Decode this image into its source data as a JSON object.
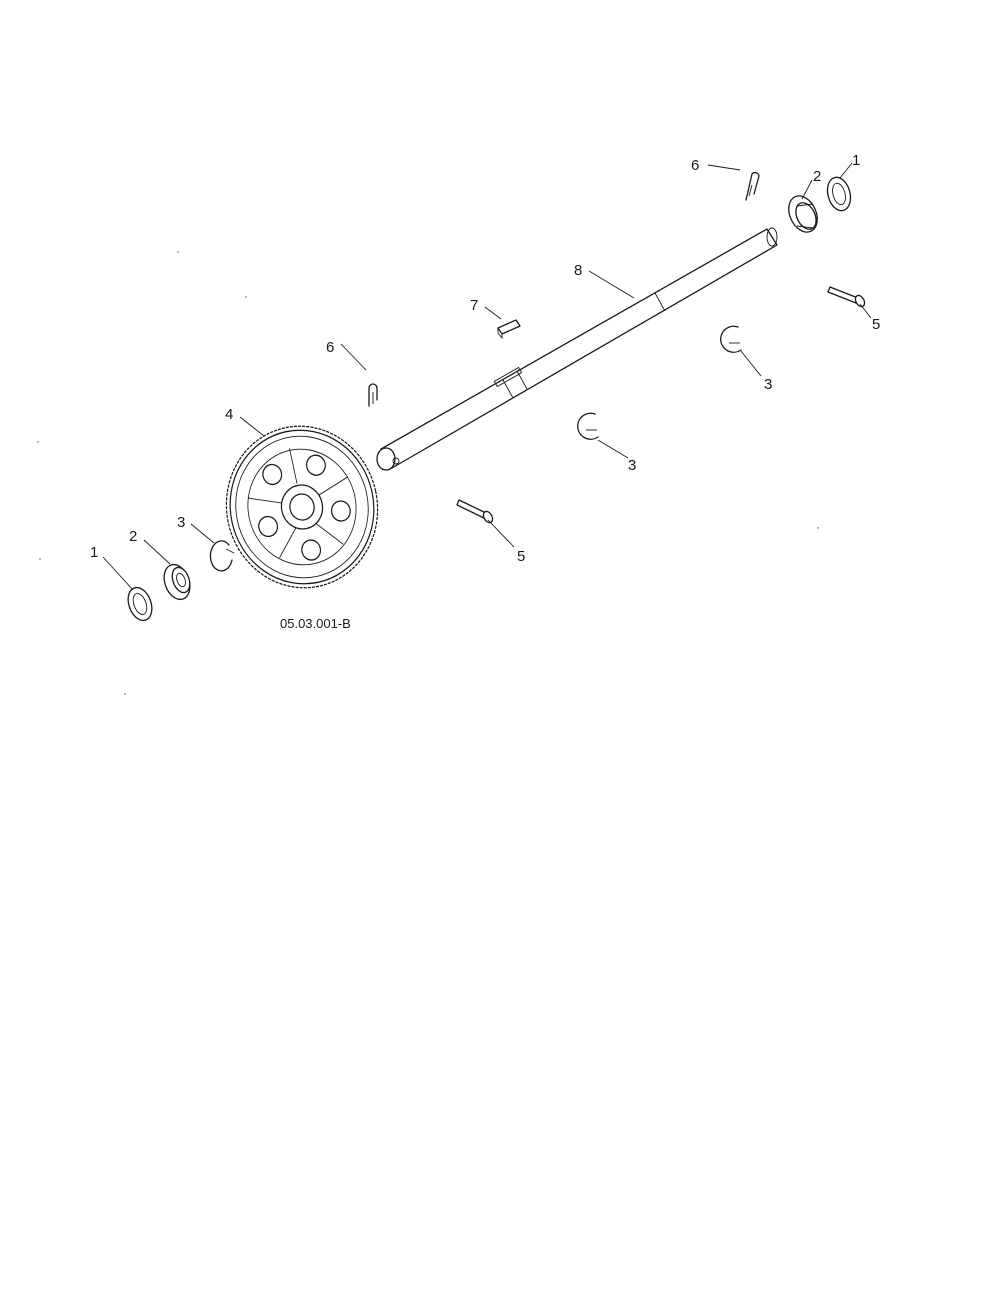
{
  "diagram": {
    "reference_code": "05.03.001-B",
    "callouts": [
      {
        "id": "c1-left",
        "label": "1"
      },
      {
        "id": "c2-left",
        "label": "2"
      },
      {
        "id": "c3-left",
        "label": "3"
      },
      {
        "id": "c4",
        "label": "4"
      },
      {
        "id": "c5-lower",
        "label": "5"
      },
      {
        "id": "c3-mid",
        "label": "3"
      },
      {
        "id": "c6-left",
        "label": "6"
      },
      {
        "id": "c7",
        "label": "7"
      },
      {
        "id": "c8",
        "label": "8"
      },
      {
        "id": "c3-right",
        "label": "3"
      },
      {
        "id": "c5-right",
        "label": "5"
      },
      {
        "id": "c6-right",
        "label": "6"
      },
      {
        "id": "c2-right",
        "label": "2"
      },
      {
        "id": "c1-right",
        "label": "1"
      }
    ]
  }
}
